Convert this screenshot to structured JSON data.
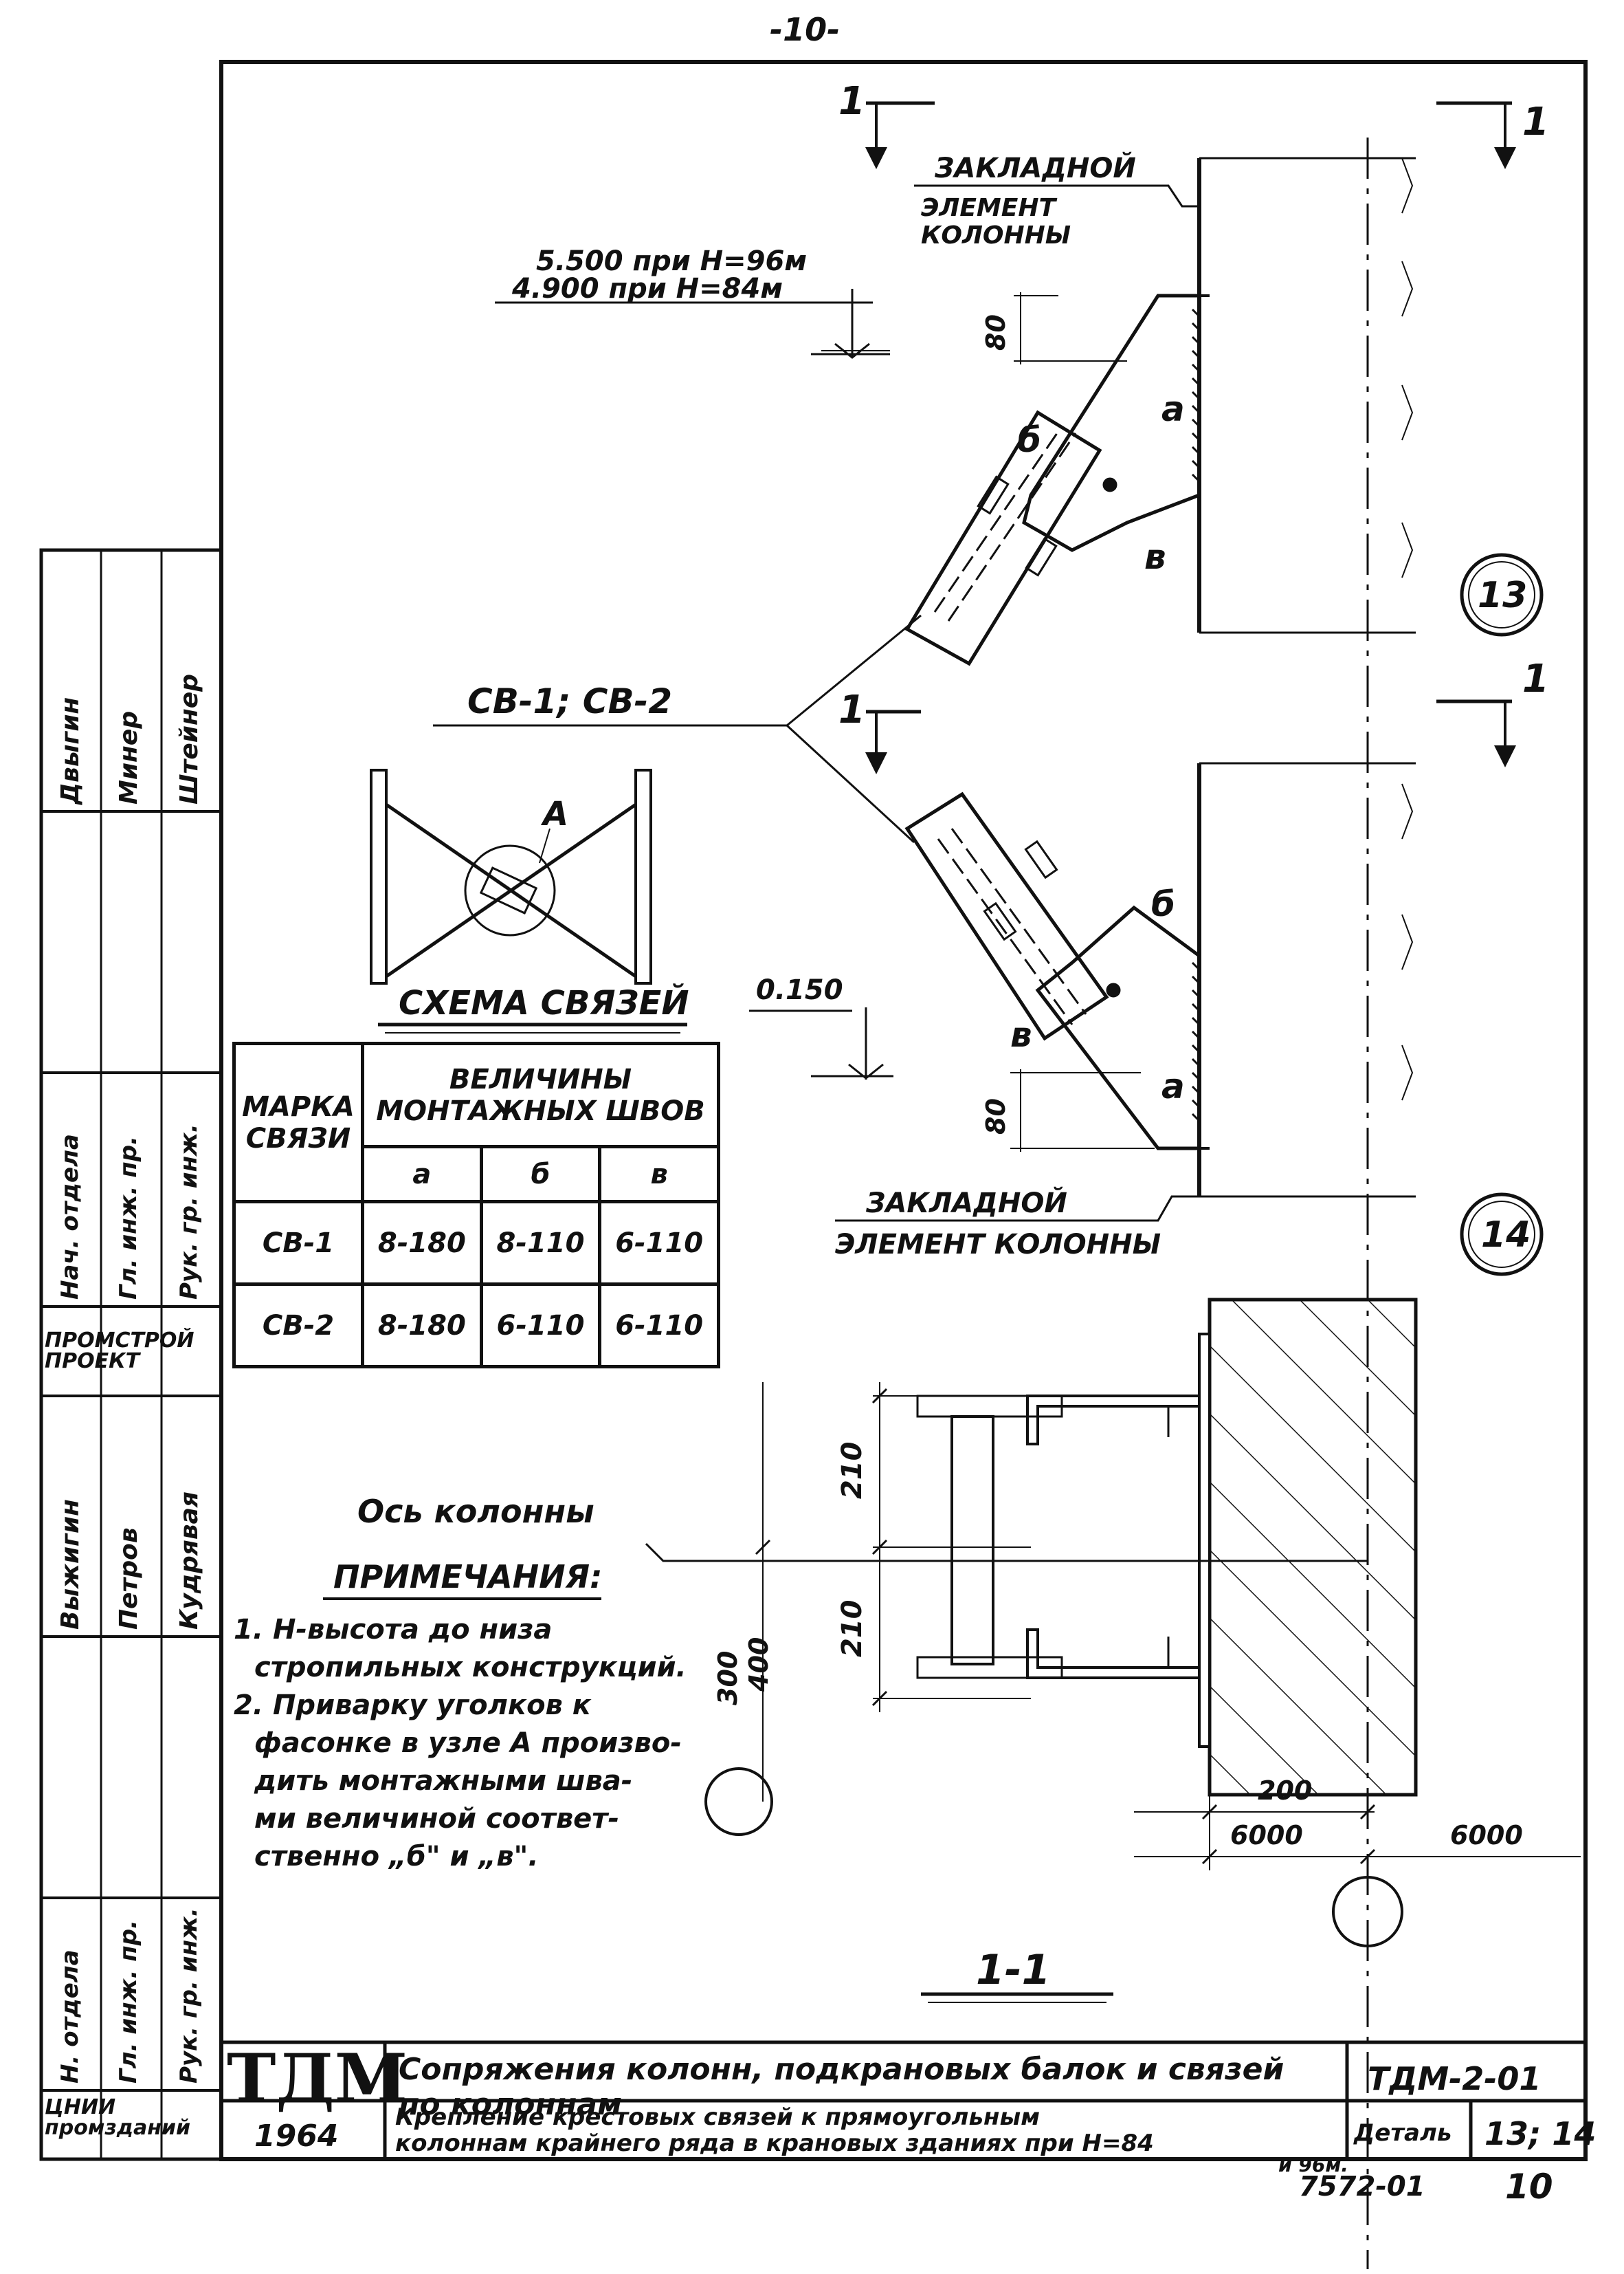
{
  "page_number": "-10-",
  "section_marks": [
    "1",
    "1",
    "1",
    "1"
  ],
  "upper_node": {
    "embed_label_line1": "ЗАКЛАДНОЙ",
    "embed_label_line2": "ЭЛЕМЕНТ",
    "embed_label_line3": "КОЛОННЫ",
    "elevation_line1": "5.500 при H=96м",
    "elevation_line2": "4.900 при H=84м",
    "dim_80": "80",
    "weld_a": "а",
    "weld_b": "б",
    "weld_v": "в",
    "axis_marker": "13"
  },
  "lower_node": {
    "elevation": "0.150",
    "dim_80": "80",
    "weld_a": "а",
    "weld_b": "б",
    "weld_v": "в",
    "embed_label_line1": "ЗАКЛАДНОЙ",
    "embed_label_line2": "ЭЛЕМЕНТ КОЛОННЫ",
    "axis_marker": "14"
  },
  "bracing_label": "СВ-1; СВ-2",
  "scheme": {
    "node_label": "А",
    "caption": "СХЕМА СВЯЗЕЙ"
  },
  "weld_table": {
    "col1_header": "МАРКА СВЯЗИ",
    "group_header": "ВЕЛИЧИНЫ МОНТАЖНЫХ ШВОВ",
    "sub_headers": [
      "а",
      "б",
      "в"
    ],
    "rows": [
      {
        "mark": "СВ-1",
        "a": "8-180",
        "b": "8-110",
        "v": "6-110"
      },
      {
        "mark": "СВ-2",
        "a": "8-180",
        "b": "6-110",
        "v": "6-110"
      }
    ]
  },
  "section": {
    "axis_label": "Ось колонны",
    "dim_210_top": "210",
    "dim_210_bottom": "210",
    "dim_300": "300",
    "dim_400": "400",
    "dim_200": "200",
    "dim_6000_left": "6000",
    "dim_6000_right": "6000",
    "title": "1-1"
  },
  "notes": {
    "title": "ПРИМЕЧАНИЯ:",
    "lines": [
      "1. H-высота до низа",
      "стропильных конструкций.",
      "2. Приварку уголков к",
      "фасонке в узле А произво-",
      "дить монтажными шва-",
      "ми величиной соответ-",
      "ственно „б\" и „в\"."
    ]
  },
  "side_stamp": {
    "block1": [
      "Нач. отдела",
      "Гл. инж. пр.",
      "Рук. гр. инж."
    ],
    "block1_names": [
      "Двыгин",
      "Минер",
      "Штейнер"
    ],
    "org1": "ПРОМСТРОЙ ПРОЕКТ",
    "block2_names": [
      "Выжигин",
      "Петров",
      "Кудрявая"
    ],
    "block2": [
      "Н. отдела",
      "Гл. инж. пр.",
      "Рук. гр. инж."
    ],
    "org2": "ЦНИИ промзданий"
  },
  "title_block": {
    "logo": "ТДМ",
    "year": "1964",
    "title": "Сопряжения колонн, подкрановых балок и связей по колоннам",
    "subtitle_line1": "Крепление крестовых связей к прямоугольным",
    "subtitle_line2": "колоннам крайнего ряда в крановых зданиях при H=84",
    "subtitle_line3": "и 96м.",
    "code": "ТДМ-2-01",
    "detail_label": "Деталь",
    "detail_value": "13; 14",
    "sheet_code": "7572-01",
    "sheet_number": "10"
  }
}
